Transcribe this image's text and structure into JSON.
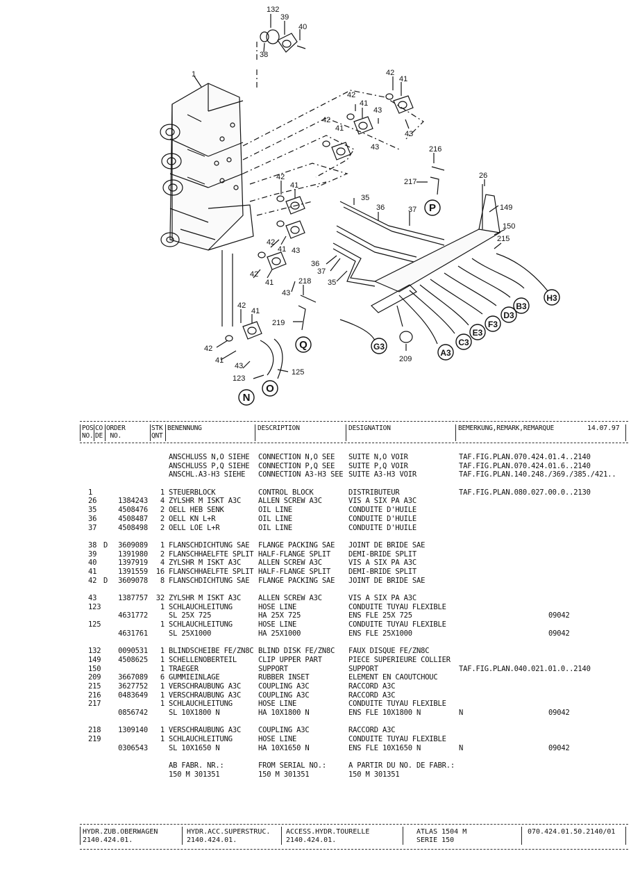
{
  "diagram": {
    "callouts": [
      "132",
      "39",
      "40",
      "38",
      "1",
      "42",
      "41",
      "42",
      "41",
      "43",
      "43",
      "42",
      "41",
      "43",
      "216",
      "217",
      "26",
      "149",
      "150",
      "215",
      "35",
      "36",
      "37",
      "42",
      "41",
      "42",
      "43",
      "41",
      "42",
      "41",
      "43",
      "218",
      "36",
      "37",
      "35",
      "42",
      "41",
      "219",
      "42",
      "41",
      "43",
      "125",
      "123",
      "209"
    ],
    "circled": [
      "P",
      "Q",
      "G3",
      "N",
      "O",
      "A3",
      "C3",
      "E3",
      "F3",
      "D3",
      "B3",
      "H3"
    ]
  },
  "header": {
    "pos": "POS\nNO.",
    "co": "CO\nDE",
    "order": "ORDER\n NO.",
    "stk": "STK\nQNT",
    "benennung": "BENENNUNG",
    "description": "DESCRIPTION",
    "designation": "DESIGNATION",
    "remark": "BEMERKUNG,REMARK,REMARQUE",
    "date": "14.07.97"
  },
  "refs": [
    {
      "ben": "ANSCHLUSS N,O SIEHE",
      "des": "CONNECTION N,O SEE",
      "dsg": "SUITE N,O VOIR",
      "rem": "TAF.FIG.PLAN.070.424.01.4..2140"
    },
    {
      "ben": "ANSCHLUSS P,Q SIEHE",
      "des": "CONNECTION P,Q SEE",
      "dsg": "SUITE P,Q VOIR",
      "rem": "TAF.FIG.PLAN.070.424.01.6..2140"
    },
    {
      "ben": "ANSCHL.A3-H3 SIEHE",
      "des": "CONNECTION A3-H3 SEE",
      "dsg": "SUITE A3-H3 VOIR",
      "rem": "TAF.FIG.PLAN.140.248./369./385./421.."
    }
  ],
  "groups": [
    [
      {
        "pos": "1",
        "cd": "",
        "ord": "",
        "stk": "1",
        "ben": "STEUERBLOCK",
        "des": "CONTROL BLOCK",
        "dsg": "DISTRIBUTEUR",
        "rem": "TAF.FIG.PLAN.080.027.00.0..2130",
        "n": "",
        "code": ""
      },
      {
        "pos": "26",
        "cd": "",
        "ord": "1384243",
        "stk": "4",
        "ben": "ZYLSHR M ISKT A3C",
        "des": "ALLEN SCREW A3C",
        "dsg": "VIS A SIX PA A3C",
        "rem": "",
        "n": "",
        "code": ""
      },
      {
        "pos": "35",
        "cd": "",
        "ord": "4508476",
        "stk": "2",
        "ben": "OELL HEB SENK",
        "des": "OIL LINE",
        "dsg": "CONDUITE D'HUILE",
        "rem": "",
        "n": "",
        "code": ""
      },
      {
        "pos": "36",
        "cd": "",
        "ord": "4508487",
        "stk": "2",
        "ben": "OELL KN L+R",
        "des": "OIL LINE",
        "dsg": "CONDUITE D'HUILE",
        "rem": "",
        "n": "",
        "code": ""
      },
      {
        "pos": "37",
        "cd": "",
        "ord": "4508498",
        "stk": "2",
        "ben": "OELL LOE L+R",
        "des": "OIL LINE",
        "dsg": "CONDUITE D'HUILE",
        "rem": "",
        "n": "",
        "code": ""
      }
    ],
    [
      {
        "pos": "38",
        "cd": "D",
        "ord": "3609089",
        "stk": "1",
        "ben": "FLANSCHDICHTUNG SAE",
        "des": "FLANGE PACKING SAE",
        "dsg": "JOINT DE BRIDE SAE",
        "rem": "",
        "n": "",
        "code": ""
      },
      {
        "pos": "39",
        "cd": "",
        "ord": "1391980",
        "stk": "2",
        "ben": "FLANSCHHAELFTE SPLIT",
        "des": "HALF-FLANGE SPLIT",
        "dsg": "DEMI-BRIDE SPLIT",
        "rem": "",
        "n": "",
        "code": ""
      },
      {
        "pos": "40",
        "cd": "",
        "ord": "1397919",
        "stk": "4",
        "ben": "ZYLSHR M ISKT A3C",
        "des": "ALLEN SCREW A3C",
        "dsg": "VIS A SIX PA A3C",
        "rem": "",
        "n": "",
        "code": ""
      },
      {
        "pos": "41",
        "cd": "",
        "ord": "1391559",
        "stk": "16",
        "ben": "FLANSCHHAELFTE SPLIT",
        "des": "HALF-FLANGE SPLIT",
        "dsg": "DEMI-BRIDE SPLIT",
        "rem": "",
        "n": "",
        "code": ""
      },
      {
        "pos": "42",
        "cd": "D",
        "ord": "3609078",
        "stk": "8",
        "ben": "FLANSCHDICHTUNG SAE",
        "des": "FLANGE PACKING SAE",
        "dsg": "JOINT DE BRIDE SAE",
        "rem": "",
        "n": "",
        "code": ""
      }
    ],
    [
      {
        "pos": "43",
        "cd": "",
        "ord": "1387757",
        "stk": "32",
        "ben": "ZYLSHR M ISKT A3C",
        "des": "ALLEN SCREW A3C",
        "dsg": "VIS A SIX PA A3C",
        "rem": "",
        "n": "",
        "code": ""
      },
      {
        "pos": "123",
        "cd": "",
        "ord": "",
        "stk": "1",
        "ben": "SCHLAUCHLEITUNG",
        "des": "HOSE LINE",
        "dsg": "CONDUITE TUYAU FLEXIBLE",
        "rem": "",
        "n": "",
        "code": ""
      },
      {
        "pos": "",
        "cd": "",
        "ord": "4631772",
        "stk": "",
        "ben": "SL 25X 725",
        "des": "HA 25X 725",
        "dsg": "ENS FLE 25X 725",
        "rem": "",
        "n": "",
        "code": "09042"
      },
      {
        "pos": "125",
        "cd": "",
        "ord": "",
        "stk": "1",
        "ben": "SCHLAUCHLEITUNG",
        "des": "HOSE LINE",
        "dsg": "CONDUITE TUYAU FLEXIBLE",
        "rem": "",
        "n": "",
        "code": ""
      },
      {
        "pos": "",
        "cd": "",
        "ord": "4631761",
        "stk": "",
        "ben": "SL 25X1000",
        "des": "HA 25X1000",
        "dsg": "ENS FLE 25X1000",
        "rem": "",
        "n": "",
        "code": "09042"
      }
    ],
    [
      {
        "pos": "132",
        "cd": "",
        "ord": "0090531",
        "stk": "1",
        "ben": "BLINDSCHEIBE FE/ZN8C",
        "des": "BLIND DISK FE/ZN8C",
        "dsg": "FAUX DISQUE FE/ZN8C",
        "rem": "",
        "n": "",
        "code": ""
      },
      {
        "pos": "149",
        "cd": "",
        "ord": "4508625",
        "stk": "1",
        "ben": "SCHELLENOBERTEIL",
        "des": "CLIP UPPER PART",
        "dsg": "PIECE SUPERIEURE COLLIER",
        "rem": "",
        "n": "",
        "code": ""
      },
      {
        "pos": "150",
        "cd": "",
        "ord": "",
        "stk": "1",
        "ben": "TRAEGER",
        "des": "SUPPORT",
        "dsg": "SUPPORT",
        "rem": "TAF.FIG.PLAN.040.021.01.0..2140",
        "n": "",
        "code": ""
      },
      {
        "pos": "209",
        "cd": "",
        "ord": "3667089",
        "stk": "6",
        "ben": "GUMMIEINLAGE",
        "des": "RUBBER INSET",
        "dsg": "ELEMENT EN CAOUTCHOUC",
        "rem": "",
        "n": "",
        "code": ""
      },
      {
        "pos": "215",
        "cd": "",
        "ord": "3627752",
        "stk": "1",
        "ben": "VERSCHRAUBUNG A3C",
        "des": "COUPLING A3C",
        "dsg": "RACCORD A3C",
        "rem": "",
        "n": "",
        "code": ""
      },
      {
        "pos": "216",
        "cd": "",
        "ord": "0483649",
        "stk": "1",
        "ben": "VERSCHRAUBUNG A3C",
        "des": "COUPLING A3C",
        "dsg": "RACCORD A3C",
        "rem": "",
        "n": "",
        "code": ""
      },
      {
        "pos": "217",
        "cd": "",
        "ord": "",
        "stk": "1",
        "ben": "SCHLAUCHLEITUNG",
        "des": "HOSE LINE",
        "dsg": "CONDUITE TUYAU FLEXIBLE",
        "rem": "",
        "n": "",
        "code": ""
      },
      {
        "pos": "",
        "cd": "",
        "ord": "0856742",
        "stk": "",
        "ben": "SL 10X1800 N",
        "des": "HA 10X1800 N",
        "dsg": "ENS FLE 10X1800 N",
        "rem": "",
        "n": "N",
        "code": "09042"
      }
    ],
    [
      {
        "pos": "218",
        "cd": "",
        "ord": "1309140",
        "stk": "1",
        "ben": "VERSCHRAUBUNG A3C",
        "des": "COUPLING A3C",
        "dsg": "RACCORD A3C",
        "rem": "",
        "n": "",
        "code": ""
      },
      {
        "pos": "219",
        "cd": "",
        "ord": "",
        "stk": "1",
        "ben": "SCHLAUCHLEITUNG",
        "des": "HOSE LINE",
        "dsg": "CONDUITE TUYAU FLEXIBLE",
        "rem": "",
        "n": "",
        "code": ""
      },
      {
        "pos": "",
        "cd": "",
        "ord": "0306543",
        "stk": "",
        "ben": "SL 10X1650 N",
        "des": "HA 10X1650 N",
        "dsg": "ENS FLE 10X1650 N",
        "rem": "",
        "n": "N",
        "code": "09042"
      }
    ]
  ],
  "serial": {
    "ben1": "AB FABR. NR.:",
    "ben2": "150 M 301351",
    "des1": "FROM SERIAL NO.:",
    "des2": "150 M 301351",
    "dsg1": "A PARTIR DU NO. DE FABR.:",
    "dsg2": "150 M 301351"
  },
  "footer": {
    "c1a": "HYDR.ZUB.OBERWAGEN",
    "c1b": "2140.424.01.",
    "c2a": "HYDR.ACC.SUPERSTRUC.",
    "c2b": "2140.424.01.",
    "c3a": "ACCESS.HYDR.TOURELLE",
    "c3b": "2140.424.01.",
    "c4a": "ATLAS 1504 M",
    "c4b": "SERIE 150",
    "c5": "070.424.01.50.2140/01"
  }
}
